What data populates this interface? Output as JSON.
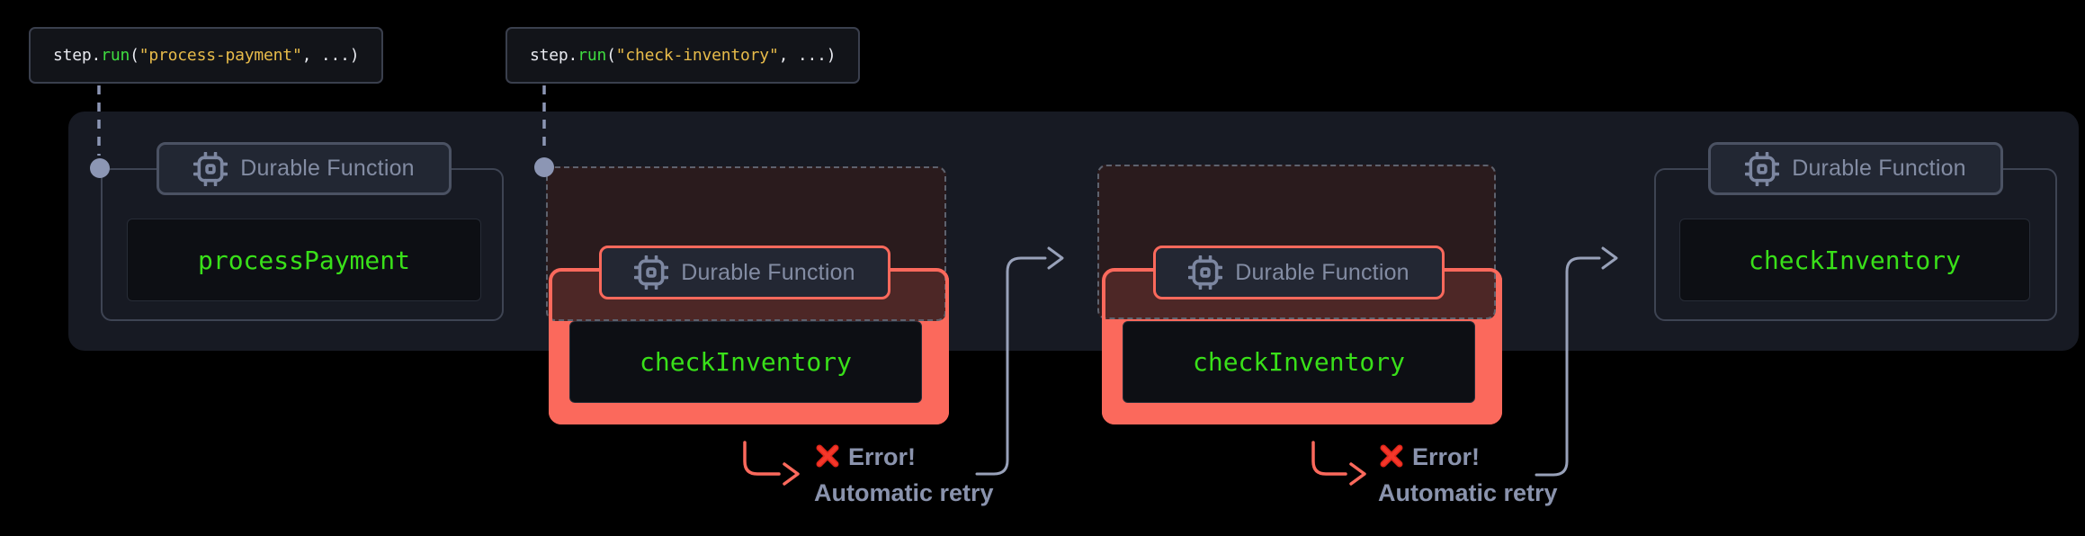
{
  "diagram": {
    "description": "Durable function retry flow",
    "palette": {
      "background": "#000000",
      "band": "#171A23",
      "card_border": "#3E4453",
      "badge_bg": "#222733",
      "badge_border": "#4B5263",
      "badge_text": "#838CA3",
      "code_bg": "#0D0F14",
      "code_text_green": "#39E019",
      "salmon_red": "#FB695C",
      "slate_text": "#8A93AD",
      "connector_slate": "#8C96B4",
      "ghost_border": "#5E626E",
      "tooltip_bg": "#121419",
      "tooltip_border": "#3A3F4D",
      "token_plain": "#E8EAF0",
      "token_function": "#3FDC40",
      "token_string": "#E7BB4A",
      "error_x_red": "#E0261A"
    }
  },
  "tooltips": [
    {
      "name": "step-run-process-payment",
      "tokens": [
        {
          "text": "step.",
          "style": "plain"
        },
        {
          "text": "run",
          "style": "fn"
        },
        {
          "text": "(",
          "style": "plain"
        },
        {
          "text": "\"process-payment\"",
          "style": "str"
        },
        {
          "text": ", ...)",
          "style": "plain"
        }
      ]
    },
    {
      "name": "step-run-check-inventory",
      "tokens": [
        {
          "text": "step.",
          "style": "plain"
        },
        {
          "text": "run",
          "style": "fn"
        },
        {
          "text": "(",
          "style": "plain"
        },
        {
          "text": "\"check-inventory\"",
          "style": "str"
        },
        {
          "text": ", ...)",
          "style": "plain"
        }
      ]
    }
  ],
  "groups": [
    {
      "state": "normal",
      "badge": {
        "icon": "cpu-icon",
        "label": "Durable Function"
      },
      "function_name": "processPayment"
    },
    {
      "state": "error",
      "badge": {
        "icon": "cpu-icon",
        "label": "Durable Function"
      },
      "function_name": "checkInventory",
      "error": {
        "icon": "cross-icon",
        "label": "Error!",
        "retry_label": "Automatic retry"
      }
    },
    {
      "state": "error",
      "badge": {
        "icon": "cpu-icon",
        "label": "Durable Function"
      },
      "function_name": "checkInventory",
      "error": {
        "icon": "cross-icon",
        "label": "Error!",
        "retry_label": "Automatic retry"
      }
    },
    {
      "state": "normal",
      "badge": {
        "icon": "cpu-icon",
        "label": "Durable Function"
      },
      "function_name": "checkInventory"
    }
  ]
}
